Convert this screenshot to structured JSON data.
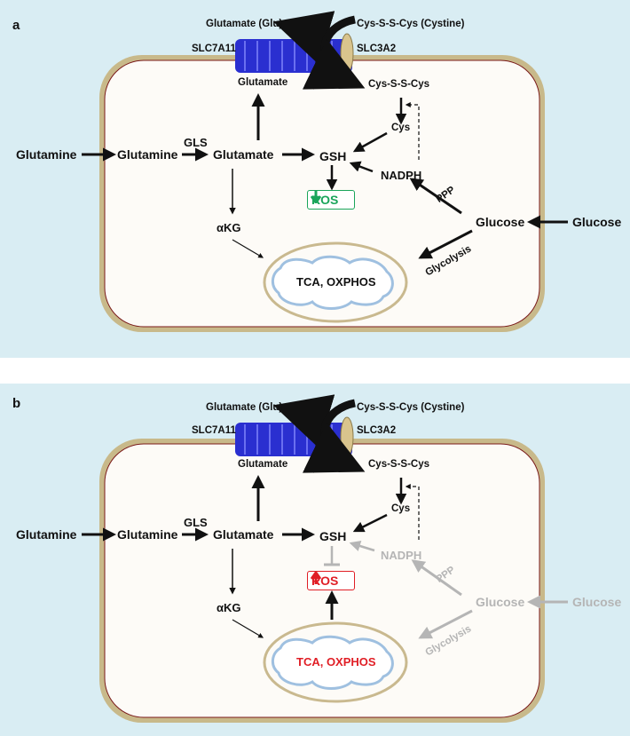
{
  "panels": [
    {
      "letter": "a",
      "labels": {
        "glu_out": "Glutamate (Glu)",
        "cystine_out": "Cys-S-S-Cys (Cystine)",
        "slc7a11": "SLC7A11",
        "slc3a2": "SLC3A2",
        "glutamate_in": "Glutamate",
        "cystine_in": "Cys-S-S-Cys",
        "cys": "Cys",
        "glutamine_out": "Glutamine",
        "glutamine_in": "Glutamine",
        "gls": "GLS",
        "glutamate_main": "Glutamate",
        "gsh": "GSH",
        "nadph": "NADPH",
        "ppp": "PPP",
        "ros": "ROS",
        "akg": "αKG",
        "glucose_in": "Glucose",
        "glucose_out": "Glucose",
        "glycolysis": "Glycolysis",
        "mito": "TCA, OXPHOS"
      },
      "ros_direction": "down",
      "ros_color": "#1aa55a"
    },
    {
      "letter": "b",
      "labels": {
        "glu_out": "Glutamate (Glu)",
        "cystine_out": "Cys-S-S-Cys (Cystine)",
        "slc7a11": "SLC7A11",
        "slc3a2": "SLC3A2",
        "glutamate_in": "Glutamate",
        "cystine_in": "Cys-S-S-Cys",
        "cys": "Cys",
        "glutamine_out": "Glutamine",
        "glutamine_in": "Glutamine",
        "gls": "GLS",
        "glutamate_main": "Glutamate",
        "gsh": "GSH",
        "nadph": "NADPH",
        "ppp": "PPP",
        "ros": "ROS",
        "akg": "αKG",
        "glucose_in": "Glucose",
        "glucose_out": "Glucose",
        "glycolysis": "Glycolysis",
        "mito": "TCA, OXPHOS"
      },
      "ros_direction": "up",
      "ros_color": "#e01e25",
      "greyed_color": "#b5b5b5"
    }
  ],
  "colors": {
    "background": "#d9edf3",
    "cell_border": "#c8b98a",
    "cell_inner_border": "#7a1a1a",
    "transporter": "#2a2fd0",
    "slc3a2": "#d9c48d",
    "mito_border": "#c9b98f",
    "mito_inner": "#9fc0e0"
  }
}
